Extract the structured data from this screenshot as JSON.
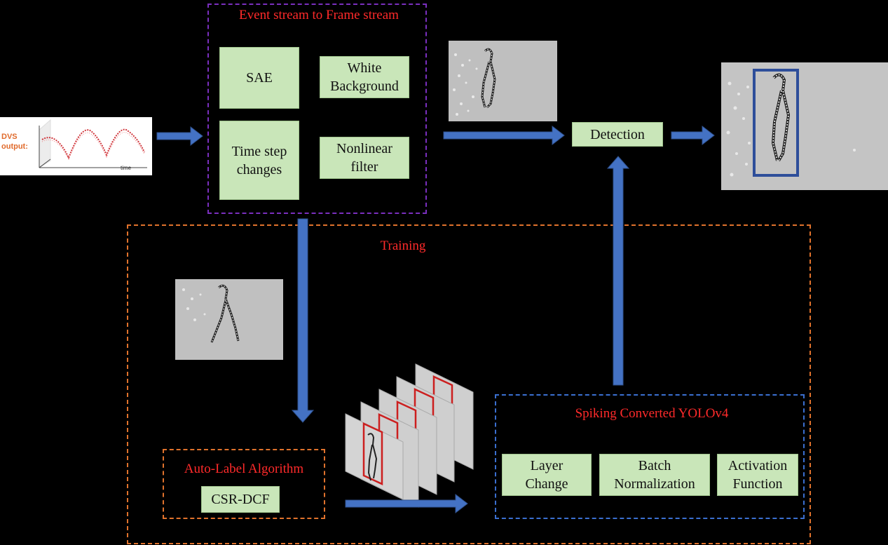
{
  "event_stream_group": {
    "title": "Event stream to Frame stream",
    "color": "#7a2fbf"
  },
  "conversion_methods": [
    {
      "id": "sae",
      "label": "SAE"
    },
    {
      "id": "white-bg",
      "label": "White\nBackground"
    },
    {
      "id": "time-step",
      "label": "Time step\nchanges"
    },
    {
      "id": "nonlinear",
      "label": "Nonlinear\nfilter"
    }
  ],
  "dvs_plot": {
    "label": "DVS\noutput:",
    "axis_label": "time",
    "label_color": "#e06a2b",
    "curve_color": "#d0363c"
  },
  "detection": {
    "label": "Detection"
  },
  "training_group": {
    "title": "Training",
    "color": "#e0722c"
  },
  "auto_label": {
    "title": "Auto-Label Algorithm",
    "method": "CSR-DCF",
    "color": "#e0722c"
  },
  "yolo_group": {
    "title": "Spiking Converted YOLOv4",
    "color": "#3a6fd0"
  },
  "yolo_components": [
    {
      "id": "layer",
      "label": "Layer\nChange"
    },
    {
      "id": "bn",
      "label": "Batch\nNormalization"
    },
    {
      "id": "act",
      "label": "Activation\nFunction"
    }
  ],
  "colors": {
    "arrow": "#4472c4",
    "box_fill": "#c9e6b9",
    "title_red": "#ff2a2a",
    "bbox_blue": "#2e4e9a",
    "bbox_red": "#cc1f1f"
  }
}
